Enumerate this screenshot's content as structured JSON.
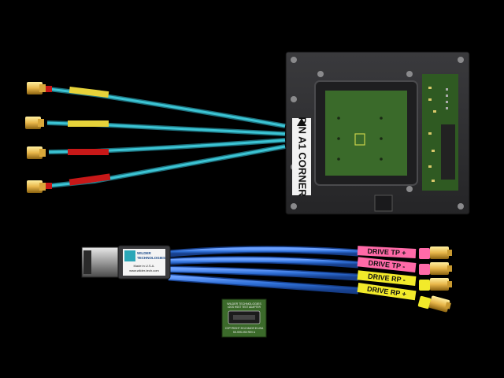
{
  "fixture": {
    "pin_label": "PIN A1 CORNER"
  },
  "adapter": {
    "logo_line1": "WILDER",
    "logo_line2": "TECHNOLOGIES",
    "made_in": "Made in U.S.A.",
    "website": "www.wilder-tech.com"
  },
  "cable_labels": [
    "DRIVE TP +",
    "DRIVE TP -",
    "DRIVE RP -",
    "DRIVE RP +"
  ],
  "label_colors": [
    "#ff6aa8",
    "#ff6aa8",
    "#f2ea2a",
    "#f2ea2a"
  ],
  "test_board": {
    "line1": "WILDER TECHNOLOGIES",
    "line2": "x2GS HSST TEST ADAPTER",
    "line3": "COPYRIGHT 2012 MADE IN USA",
    "line4": "5S-S9S-0S0 REV A"
  },
  "colors": {
    "background": "#000000",
    "fixture_body": "#2f2f31",
    "pcb_green": "#3d6b2a",
    "teal_cable": "#2aa7b8",
    "blue_cable": "#2e6fd6",
    "sma_gold": "#e8b64a"
  }
}
